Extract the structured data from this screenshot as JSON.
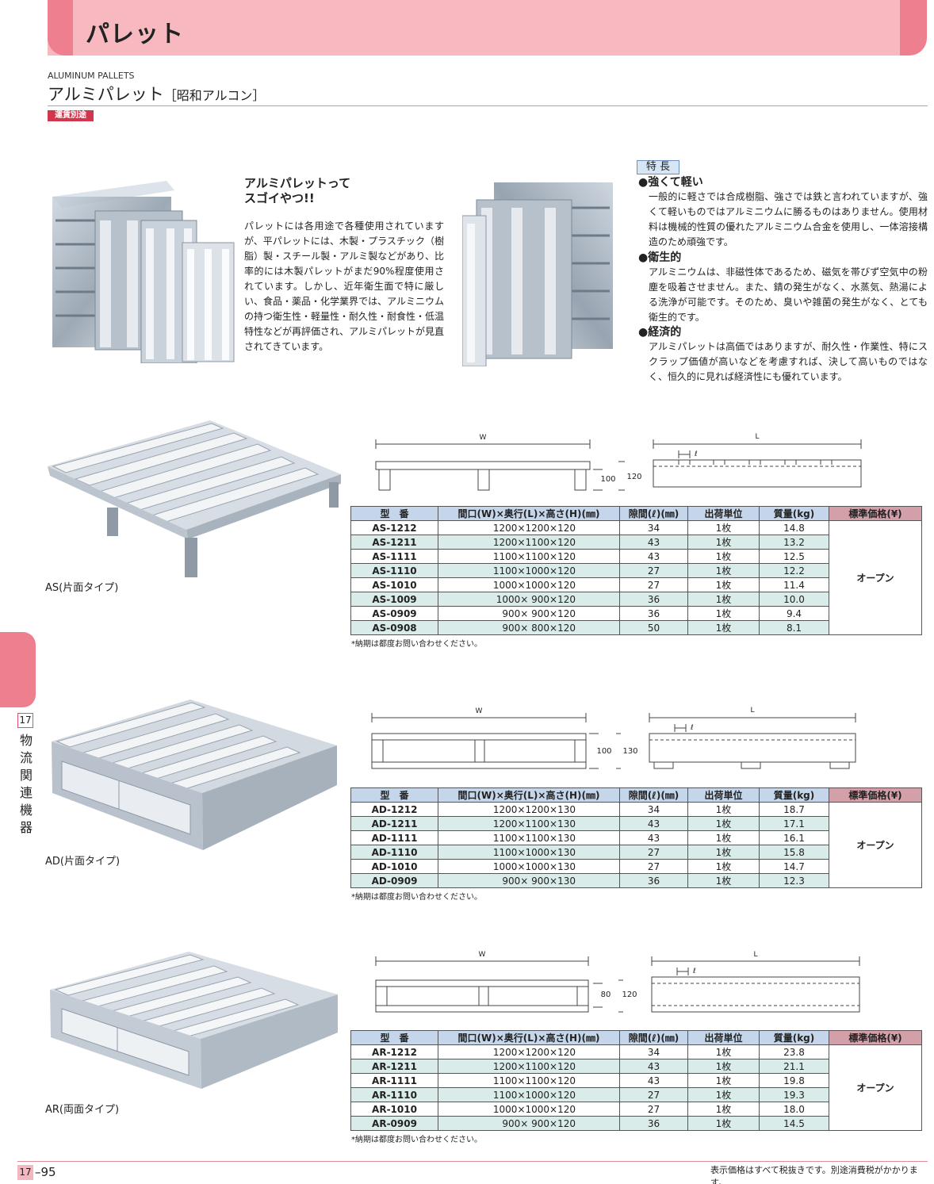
{
  "header": {
    "title": "パレット"
  },
  "product": {
    "english": "ALUMINUM PALLETS",
    "title": "アルミパレット",
    "maker": "［昭和アルコン］",
    "shipping_badge": "運賃別途"
  },
  "intro": {
    "title_line1": "アルミパレットって",
    "title_line2": "スゴイやつ!!",
    "body": "パレットには各用途で各種使用されていますが、平パレットには、木製・プラスチック（樹脂）製・スチール製・アルミ製などがあり、比率的には木製パレットがまだ90%程度使用されています。しかし、近年衛生面で特に厳しい、食品・薬品・化学業界では、アルミニウムの持つ衛生性・軽量性・耐久性・耐食性・低温特性などが再評価され、アルミパレットが見直されてきています。"
  },
  "features": {
    "badge": "特 長",
    "items": [
      {
        "head": "●強くて軽い",
        "text": "一般的に軽さでは合成樹脂、強さでは鉄と言われていますが、強くて軽いものではアルミニウムに勝るものはありません。使用材料は機械的性質の優れたアルミニウム合金を使用し、一体溶接構造のため頑強です。"
      },
      {
        "head": "●衛生的",
        "text": "アルミニウムは、非磁性体であるため、磁気を帯びず空気中の粉塵を吸着させません。また、錆の発生がなく、水蒸気、熱湯による洗浄が可能です。そのため、臭いや雑菌の発生がなく、とても衛生的です。"
      },
      {
        "head": "●経済的",
        "text": "アルミパレットは高価ではありますが、耐久性・作業性、特にスクラップ価値が高いなどを考慮すれば、決して高いものではなく、恒久的に見れば経済性にも優れています。"
      }
    ]
  },
  "table_headers": {
    "model": "型　番",
    "size": "間口(W)×奥行(L)×高さ(H)(㎜)",
    "gap": "隙間(ℓ)(㎜)",
    "unit": "出荷単位",
    "mass": "質量(kg)",
    "price": "標準価格(¥)"
  },
  "note": "*納期は都度お問い合わせください。",
  "sections": [
    {
      "caption": "AS(片面タイプ)",
      "diagram": {
        "w": "W",
        "l": "L",
        "ell": "ℓ",
        "inner_h": "100",
        "outer_h": "120"
      },
      "price": "オープン",
      "rows": [
        {
          "model": "AS-1212",
          "size": "1200×1200×120",
          "gap": "34",
          "unit": "1枚",
          "mass": "14.8"
        },
        {
          "model": "AS-1211",
          "size": "1200×1100×120",
          "gap": "43",
          "unit": "1枚",
          "mass": "13.2"
        },
        {
          "model": "AS-1111",
          "size": "1100×1100×120",
          "gap": "43",
          "unit": "1枚",
          "mass": "12.5"
        },
        {
          "model": "AS-1110",
          "size": "1100×1000×120",
          "gap": "27",
          "unit": "1枚",
          "mass": "12.2"
        },
        {
          "model": "AS-1010",
          "size": "1000×1000×120",
          "gap": "27",
          "unit": "1枚",
          "mass": "11.4"
        },
        {
          "model": "AS-1009",
          "size": "1000×  900×120",
          "gap": "36",
          "unit": "1枚",
          "mass": "10.0"
        },
        {
          "model": "AS-0909",
          "size": "900×  900×120",
          "gap": "36",
          "unit": "1枚",
          "mass": "9.4"
        },
        {
          "model": "AS-0908",
          "size": "900×  800×120",
          "gap": "50",
          "unit": "1枚",
          "mass": "8.1"
        }
      ]
    },
    {
      "caption": "AD(片面タイプ)",
      "diagram": {
        "w": "W",
        "l": "L",
        "ell": "ℓ",
        "inner_h": "100",
        "outer_h": "130"
      },
      "price": "オープン",
      "rows": [
        {
          "model": "AD-1212",
          "size": "1200×1200×130",
          "gap": "34",
          "unit": "1枚",
          "mass": "18.7"
        },
        {
          "model": "AD-1211",
          "size": "1200×1100×130",
          "gap": "43",
          "unit": "1枚",
          "mass": "17.1"
        },
        {
          "model": "AD-1111",
          "size": "1100×1100×130",
          "gap": "43",
          "unit": "1枚",
          "mass": "16.1"
        },
        {
          "model": "AD-1110",
          "size": "1100×1000×130",
          "gap": "27",
          "unit": "1枚",
          "mass": "15.8"
        },
        {
          "model": "AD-1010",
          "size": "1000×1000×130",
          "gap": "27",
          "unit": "1枚",
          "mass": "14.7"
        },
        {
          "model": "AD-0909",
          "size": "900×  900×130",
          "gap": "36",
          "unit": "1枚",
          "mass": "12.3"
        }
      ]
    },
    {
      "caption": "AR(両面タイプ)",
      "diagram": {
        "w": "W",
        "l": "L",
        "ell": "ℓ",
        "inner_h": "80",
        "outer_h": "120"
      },
      "price": "オープン",
      "rows": [
        {
          "model": "AR-1212",
          "size": "1200×1200×120",
          "gap": "34",
          "unit": "1枚",
          "mass": "23.8"
        },
        {
          "model": "AR-1211",
          "size": "1200×1100×120",
          "gap": "43",
          "unit": "1枚",
          "mass": "21.1"
        },
        {
          "model": "AR-1111",
          "size": "1100×1100×120",
          "gap": "43",
          "unit": "1枚",
          "mass": "19.8"
        },
        {
          "model": "AR-1110",
          "size": "1100×1000×120",
          "gap": "27",
          "unit": "1枚",
          "mass": "19.3"
        },
        {
          "model": "AR-1010",
          "size": "1000×1000×120",
          "gap": "27",
          "unit": "1枚",
          "mass": "18.0"
        },
        {
          "model": "AR-0909",
          "size": "900×  900×120",
          "gap": "36",
          "unit": "1枚",
          "mass": "14.5"
        }
      ]
    }
  ],
  "side": {
    "number": "17",
    "chars": [
      "物",
      "流",
      "関",
      "連",
      "機",
      "器"
    ]
  },
  "footer": {
    "page_box": "17",
    "page_num": "–95",
    "note": "表示価格はすべて税抜きです。別途消費税がかかります。"
  }
}
